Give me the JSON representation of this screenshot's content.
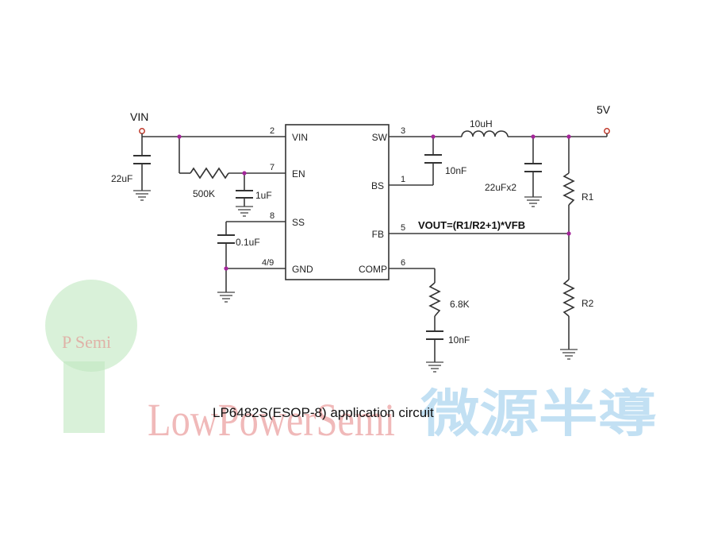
{
  "nets": {
    "vin": "VIN",
    "vout": "5V"
  },
  "ic": {
    "pins_left": [
      {
        "num": "2",
        "name": "VIN"
      },
      {
        "num": "7",
        "name": "EN"
      },
      {
        "num": "8",
        "name": "SS"
      },
      {
        "num": "4/9",
        "name": "GND"
      }
    ],
    "pins_right": [
      {
        "num": "3",
        "name": "SW"
      },
      {
        "num": "1",
        "name": "BS"
      },
      {
        "num": "5",
        "name": "FB"
      },
      {
        "num": "6",
        "name": "COMP"
      }
    ]
  },
  "components": {
    "c_in": "22uF",
    "r_en": "500K",
    "c_en": "1uF",
    "c_ss": "0.1uF",
    "c_bs": "10nF",
    "l_out": "10uH",
    "c_out": "22uFx2",
    "r1": "R1",
    "r2": "R2",
    "r_comp": "6.8K",
    "c_comp": "10nF"
  },
  "formula": "VOUT=(R1/R2+1)*VFB",
  "caption": "LP6482S(ESOP-8) application circuit",
  "watermark": {
    "logo_text": "P Semi",
    "brand": "LowPowerSemi",
    "brand_cn": "微源半導"
  },
  "colors": {
    "wire": "#3a3a3a",
    "junction": "#a4259a",
    "terminal": "#c0392b",
    "watermark_red": "#e58080",
    "watermark_blue": "#86c2e8",
    "watermark_bulb": "#bfe8bf"
  }
}
